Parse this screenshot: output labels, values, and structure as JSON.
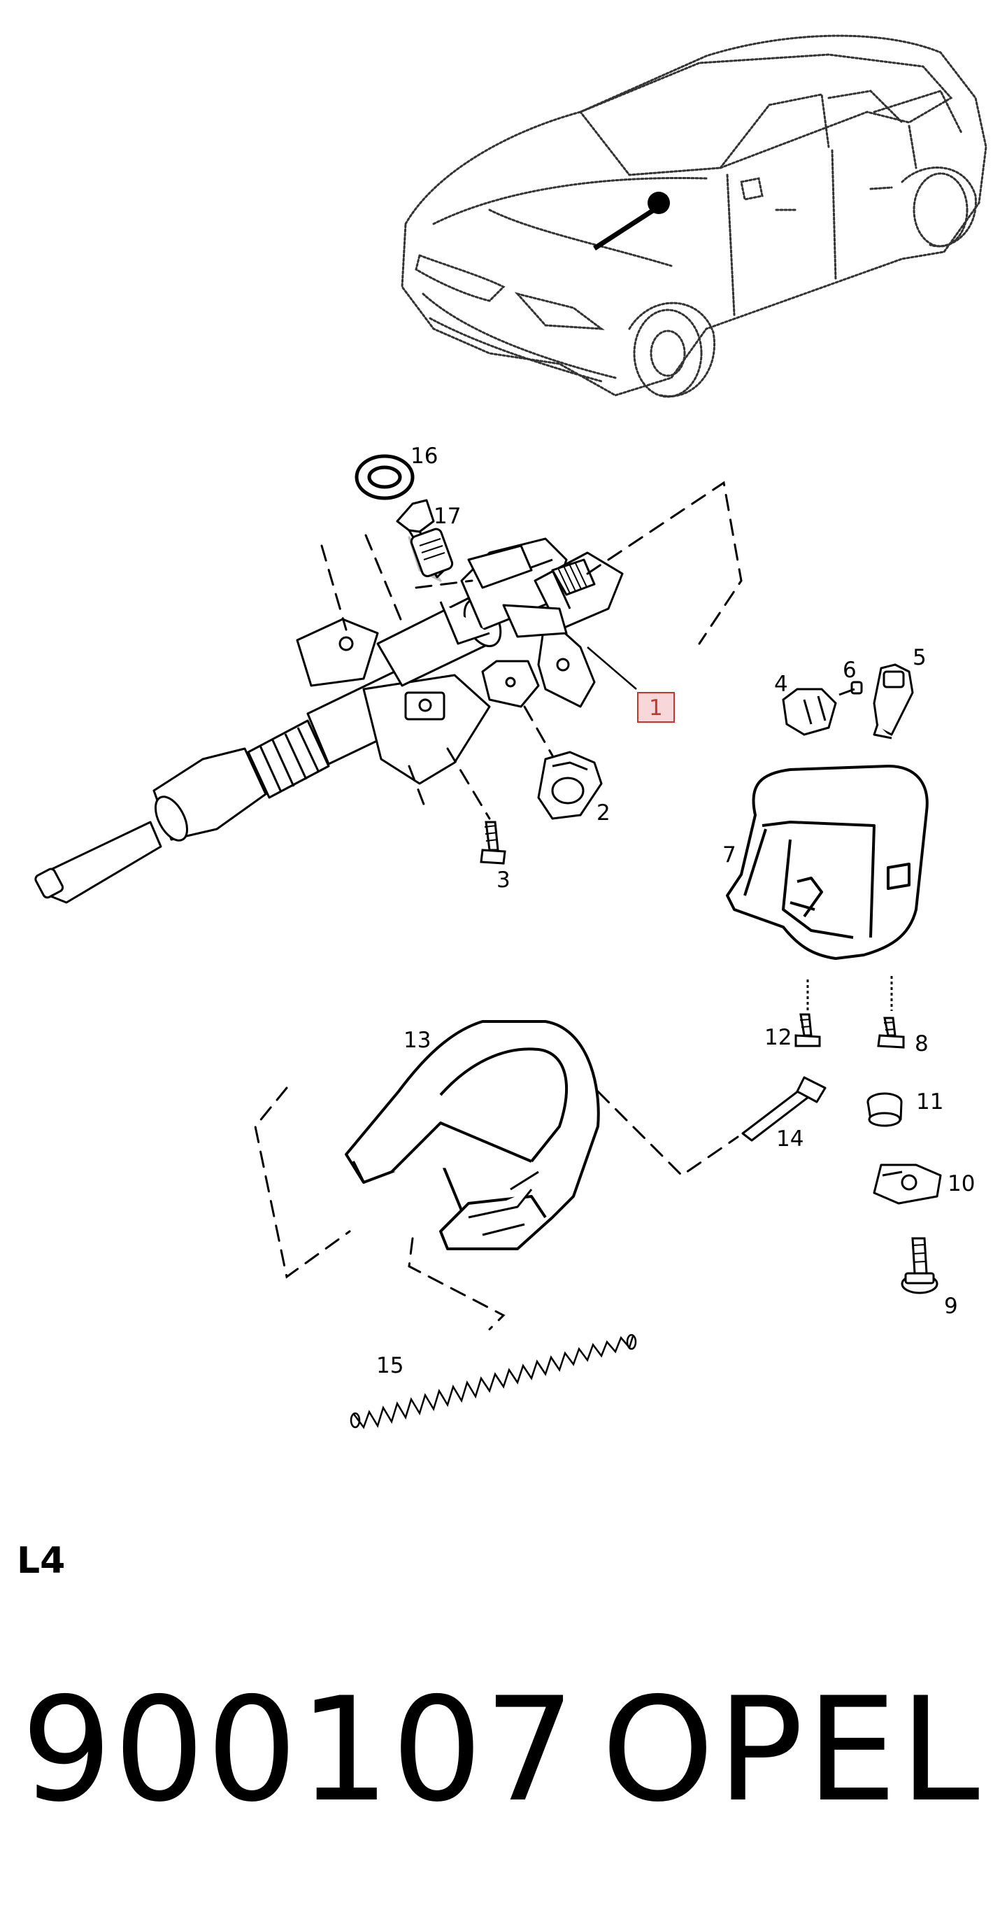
{
  "diagram": {
    "highlight_color": "#f8d7da",
    "highlight_border": "#c0392b",
    "callouts": {
      "p1": "1",
      "p2": "2",
      "p3": "3",
      "p4": "4",
      "p5": "5",
      "p6": "6",
      "p7": "7",
      "p8": "8",
      "p9": "9",
      "p10": "10",
      "p11": "11",
      "p12": "12",
      "p13": "13",
      "p14": "14",
      "p15": "15",
      "p16": "16",
      "p17": "17"
    }
  },
  "footer": {
    "section_code": "L4",
    "part_number": "900107",
    "brand": "OPEL"
  }
}
